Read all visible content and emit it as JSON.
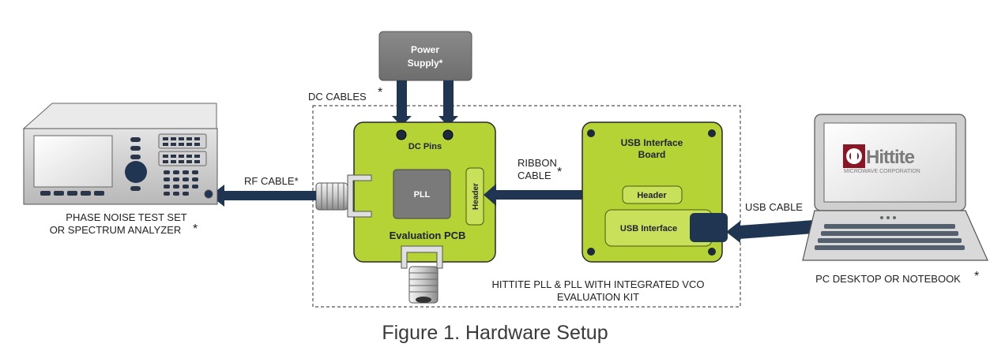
{
  "power_supply": {
    "line1": "Power",
    "line2": "Supply*"
  },
  "dc_cables": {
    "label": "DC CABLES",
    "star": "*"
  },
  "eval_pcb": {
    "dc_pins": "DC Pins",
    "pll": "PLL",
    "header": "Header",
    "label": "Evaluation PCB"
  },
  "usb_board": {
    "title_line1": "USB Interface",
    "title_line2": "Board",
    "header": "Header",
    "usb_interface": "USB Interface"
  },
  "ribbon_cable": {
    "line1": "RIBBON",
    "line2": "CABLE",
    "star": "*"
  },
  "rf_cable": {
    "label": "RF CABLE*"
  },
  "analyzer": {
    "line1": "PHASE NOISE TEST SET",
    "line2": "OR SPECTRUM ANALYZER",
    "star": "*"
  },
  "usb_cable": {
    "label": "USB CABLE"
  },
  "laptop": {
    "label": "PC DESKTOP OR NOTEBOOK",
    "star": "*",
    "logo_text": "Hittite",
    "logo_subtext": "MICROWAVE CORPORATION"
  },
  "kit": {
    "line1": "HITTITE PLL & PLL WITH INTEGRATED VCO",
    "line2": "EVALUATION KIT"
  },
  "caption": "Figure 1. Hardware Setup",
  "colors": {
    "pcb_green": "#b5d334",
    "navy": "#203552",
    "gray_box": "#7a7a7a"
  }
}
